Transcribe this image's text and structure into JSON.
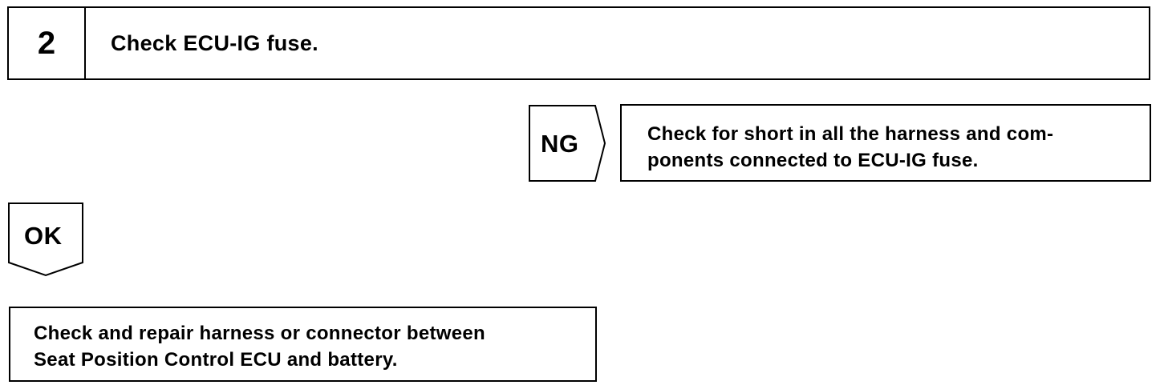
{
  "step": {
    "number": "2",
    "title": "Check ECU-IG fuse."
  },
  "ng_branch": {
    "label": "NG",
    "action_lines": [
      "Check for short in all the harness and com-",
      "ponents connected to ECU-IG fuse."
    ]
  },
  "ok_branch": {
    "label": "OK",
    "action_lines": [
      "Check and repair harness or connector between",
      "Seat Position Control ECU and battery."
    ]
  }
}
